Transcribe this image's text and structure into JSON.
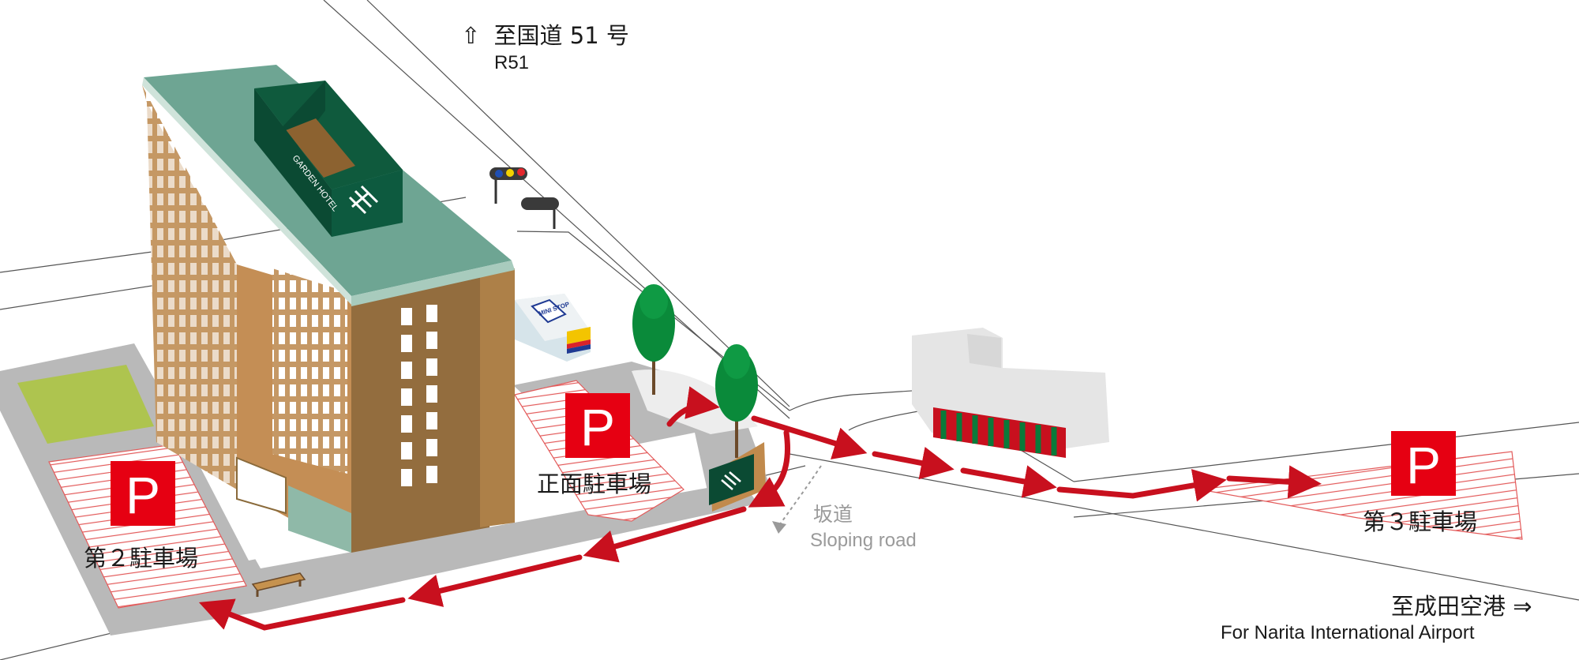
{
  "labels": {
    "north": {
      "arrow": "⇧",
      "jp": "至国道 51 号",
      "en": "R51"
    },
    "airport": {
      "jp": "至成田空港 ⇒",
      "en": "For Narita International Airport"
    },
    "slope": {
      "jp": "坂道",
      "en": "Sloping road"
    },
    "parking_front": {
      "sign": "P",
      "name": "正面駐車場"
    },
    "parking_2": {
      "sign": "P",
      "name": "第２駐車場"
    },
    "parking_3": {
      "sign": "P",
      "name": "第３駐車場"
    },
    "store_sign": "MINI STOP",
    "hotel_sign": "GARDEN HOTEL"
  },
  "colors": {
    "parking_sign": "#e60012",
    "route_arrow": "#c8101e",
    "road_gray": "#b9b9b9",
    "grass": "#aec44f",
    "hotel_wall": "#b98a55",
    "hotel_roof": "#6ea593",
    "hotel_rooftop_sign": "#0b4a33",
    "tree": "#0a8a3a"
  },
  "icons": [
    "traffic-light-icon",
    "tree-icon",
    "bench-icon",
    "hotel-logo-icon",
    "ministop-logo-icon"
  ]
}
